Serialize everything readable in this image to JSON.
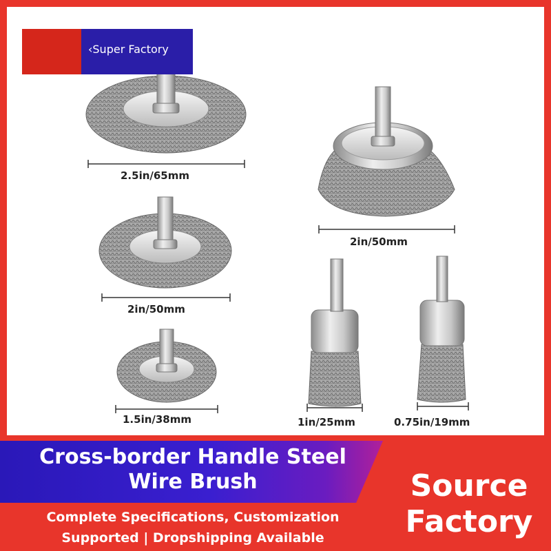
{
  "badge": {
    "text": "‹Super Factory"
  },
  "products": [
    {
      "label": "2.5in/65mm",
      "style": "wheel"
    },
    {
      "label": "2in/50mm",
      "style": "wheel"
    },
    {
      "label": "1.5in/38mm",
      "style": "wheel"
    },
    {
      "label": "2in/50mm",
      "style": "cup"
    },
    {
      "label": "1in/25mm",
      "style": "end"
    },
    {
      "label": "0.75in/19mm",
      "style": "end"
    }
  ],
  "banner": {
    "title": "Cross-border Handle Steel Wire Brush",
    "subtitle_line1": "Complete Specifications, Customization",
    "subtitle_line2": "Supported | Dropshipping Available",
    "source_line1": "Source",
    "source_line2": "Factory"
  },
  "colors": {
    "frame": "#e8352b",
    "badge_red": "#d5261b",
    "badge_blue": "#2a1ea8",
    "title_grad_start": "#2a18b8",
    "wire": "#8a8a8a"
  }
}
